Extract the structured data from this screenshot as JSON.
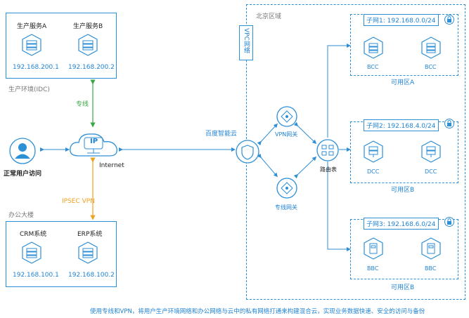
{
  "idc": {
    "title": "生产环境(IDC)",
    "service_a": {
      "name": "生产服务A",
      "ip": "192.168.200.1"
    },
    "service_b": {
      "name": "生产服务B",
      "ip": "192.168.200.2"
    }
  },
  "office": {
    "title": "办公大楼",
    "crm": {
      "name": "CRM系统",
      "ip": "192.168.100.1"
    },
    "erp": {
      "name": "ERP系统",
      "ip": "192.168.100.2"
    }
  },
  "links": {
    "dedicated": "专线",
    "ipsec": "IPSEC VPN"
  },
  "user": {
    "label": "正常用户访问"
  },
  "internet": {
    "label": "Internet",
    "ip_text": "IP"
  },
  "baidu_cloud": {
    "label": "百度智能云"
  },
  "region": {
    "label": "北京区域",
    "vpc": "VPC网络"
  },
  "gateways": {
    "vpn": "VPN网关",
    "dedicated": "专线网关",
    "router": "路由表"
  },
  "subnets": [
    {
      "label": "子网1: 192.168.0.0/24",
      "nodes": [
        "BCC",
        "BCC"
      ],
      "zone": "可用区A"
    },
    {
      "label": "子网2: 192.168.4.0/24",
      "nodes": [
        "DCC",
        "DCC"
      ],
      "zone": "可用区B"
    },
    {
      "label": "子网3: 192.168.6.0/24",
      "nodes": [
        "BBC",
        "BBC"
      ],
      "zone": "可用区B"
    }
  ],
  "caption": "使用专线和VPN，将用户生产环境网络和办公网络与云中的私有网络打通来构建混合云，实现业务数据快速、安全的访问与备份",
  "colors": {
    "blue": "#2d8fd6",
    "green": "#39a845",
    "orange": "#f0a020"
  }
}
